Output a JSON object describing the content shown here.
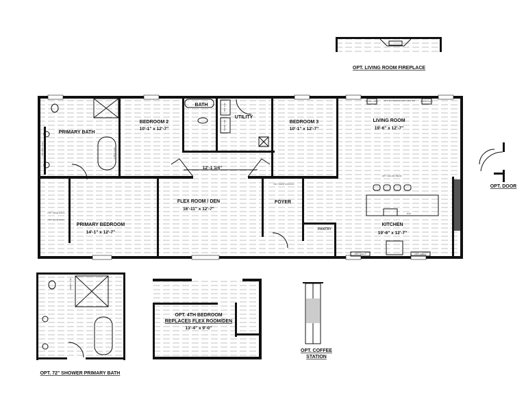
{
  "rooms": {
    "primary_bath": {
      "name": "PRIMARY BATH"
    },
    "bedroom2": {
      "name": "BEDROOM 2",
      "size": "10'-1\" x 12'-7\""
    },
    "bath": {
      "name": "BATH"
    },
    "utility": {
      "name": "UTILITY"
    },
    "bedroom3": {
      "name": "BEDROOM 3",
      "size": "10'-1\" x 12'-7\""
    },
    "living": {
      "name": "LIVING ROOM",
      "size": "19'-6\" x 12'-7\""
    },
    "flex": {
      "name": "FLEX ROOM / DEN",
      "size": "16'-11\" x 12'-7\""
    },
    "foyer": {
      "name": "FOYER"
    },
    "primary_bedroom": {
      "name": "PRIMARY BEDROOM",
      "size": "14'-1\" x 12'-7\""
    },
    "kitchen": {
      "name": "KITCHEN",
      "size": "19'-6\" x 12'-7\""
    },
    "pantry": {
      "name": "PANTRY"
    }
  },
  "hall_dimension": "12'-1 1/4\"",
  "small_notes": {
    "opt_dry": "OPT. DRY",
    "opt_wash": "OPT. WASH",
    "opt_shelf": "OPT. SHELF",
    "opt_shelves": "OPT. SHELVES",
    "opt_shoe_rack": "OPT. SHOE RACK",
    "opt_drop_station": "OPT. DROP STATION",
    "book_case": "BOOK CASE",
    "opt_entertainment_center": "OPT. ENTERTAINMENT CENTER",
    "opt_ceiling_beam": "OPT. CEILING BEAM",
    "dw": "D/W",
    "opt_cubby": "OPT. CUBBY"
  },
  "options": {
    "fireplace": "OPT. LIVING ROOM FIREPLACE",
    "door": "OPT. DOOR",
    "shower_bath": "OPT. 72\" SHOWER PRIMARY BATH",
    "fourth_bedroom_line1": "OPT. 4TH BEDROOM",
    "fourth_bedroom_line2": "REPLACES FLEX ROOM/DEN",
    "fourth_bedroom_size": "13'-4\" x 9'-0\"",
    "coffee_line1": "OPT. COFFEE",
    "coffee_line2": "STATION"
  }
}
